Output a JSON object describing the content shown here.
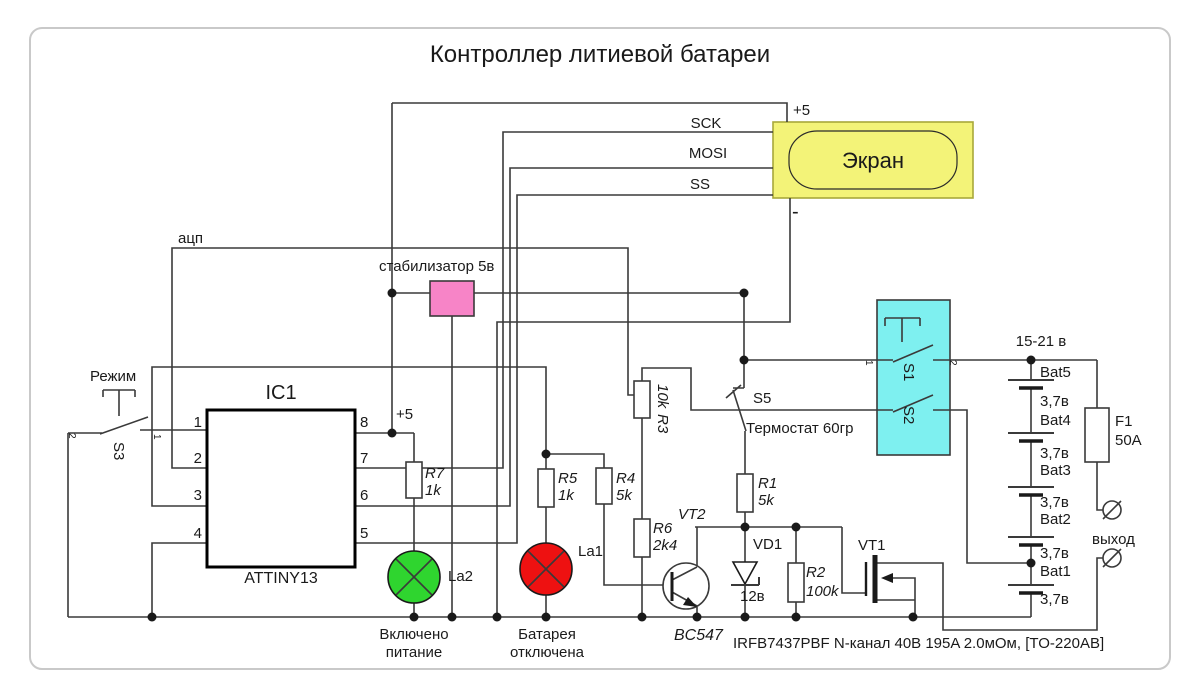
{
  "title": "Контроллер литиевой батареи",
  "screen": {
    "name": "Экран",
    "plus": "+5",
    "minus": "-",
    "sck": "SCK",
    "mosi": "MOSI",
    "ss": "SS"
  },
  "stabilizer": {
    "label": "стабилизатор 5в"
  },
  "labels": {
    "adc": "ацп",
    "mode": "Режим",
    "plus5": "+5",
    "range": "15-21 в",
    "output": "выход",
    "thermostat": "Термостат 60гр",
    "cell_voltage": "3,7в"
  },
  "ic": {
    "ref": "IC1",
    "part": "ATTINY13",
    "pins_left": [
      "1",
      "2",
      "3",
      "4"
    ],
    "pins_right": [
      "8",
      "7",
      "6",
      "5"
    ]
  },
  "switches": {
    "s1": "S1",
    "s2": "S2",
    "s3": "S3",
    "s5": "S5",
    "t1": "1",
    "t2": "2"
  },
  "resistors": {
    "r1": {
      "ref": "R1",
      "val": "5k"
    },
    "r2": {
      "ref": "R2",
      "val": "100k"
    },
    "r3": {
      "ref": "R3",
      "val": "10k"
    },
    "r4": {
      "ref": "R4",
      "val": "5k"
    },
    "r5": {
      "ref": "R5",
      "val": "1k"
    },
    "r6": {
      "ref": "R6",
      "val": "2k4"
    },
    "r7": {
      "ref": "R7",
      "val": "1k"
    }
  },
  "lamps": {
    "la1": {
      "ref": "La1",
      "cap1": "Батарея",
      "cap2": "отключена"
    },
    "la2": {
      "ref": "La2",
      "cap1": "Включено",
      "cap2": "питание"
    }
  },
  "transistors": {
    "vt1": {
      "ref": "VT1",
      "note": "IRFB7437PBF N-канал 40В 195A 2.0мОм, [TO-220AB]"
    },
    "vt2": {
      "ref": "VT2",
      "part": "BC547"
    }
  },
  "diode": {
    "ref": "VD1",
    "val": "12в"
  },
  "fuse": {
    "ref": "F1",
    "val": "50A"
  },
  "battery": {
    "cells": [
      "Bat5",
      "Bat4",
      "Bat3",
      "Bat2",
      "Bat1"
    ]
  },
  "colors": {
    "screen": "#f3f378",
    "stabilizer": "#f784c7",
    "switch_box": "#7ef0f0",
    "lamp_on": "#2fd52f",
    "lamp_off": "#ee1111"
  }
}
